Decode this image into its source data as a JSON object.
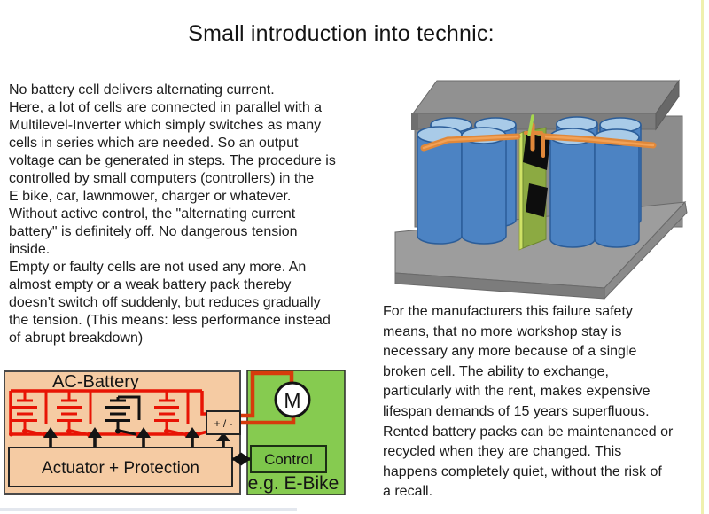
{
  "title": "Small introduction into technic:",
  "left_text": {
    "lines": [
      "No battery cell delivers alternating current.",
      "Here, a lot of cells are connected in parallel with a",
      "Multilevel-Inverter which simply switches as many",
      "cells in series which are needed. So an output",
      "voltage can be generated in steps. The procedure is",
      "controlled by small computers (controllers)  in the",
      "E bike, car, lawnmower, charger or whatever.",
      "Without active control, the \"alternating current",
      "battery\" is definitely off. No dangerous tension",
      "inside.",
      "Empty or faulty cells are not used any more. An",
      "almost empty or a weak battery pack thereby",
      "doesn’t switch off suddenly, but reduces gradually",
      "the tension. (This means: less performance instead",
      "of abrupt breakdown)"
    ]
  },
  "right_text": {
    "lines": [
      "For the manufacturers this failure safety",
      "means, that no more workshop stay is",
      "necessary any more because of a single",
      "broken cell. The ability to exchange,",
      "particularly with the rent, makes expensive",
      "lifespan demands of 15 years superfluous.",
      "Rented battery packs can be maintenanced or",
      "recycled when they are changed. This",
      "happens completely quiet, without the risk of",
      "a recall."
    ]
  },
  "battery_pack_illustration": {
    "colors": {
      "cell_blue": "#4c83c3",
      "cell_top_blue": "#a9cbe8",
      "enclosure_gray": "#919191",
      "pcb_green": "#8caa42",
      "busbar_orange": "#e0883a",
      "chip_black": "#0d0d0d"
    }
  },
  "circuit_diagram": {
    "battery_box_label": "AC-Battery",
    "actuator_label": "Actuator + Protection",
    "output_terminal_label": "+ / -",
    "motor_label": "M",
    "control_label": "Control",
    "application_label": "e.g. E-Bike",
    "colors": {
      "wire_red": "#e81405",
      "panel_tan": "#f5cba3",
      "panel_green": "#86cb50",
      "faulty_cell_black": "#111111"
    }
  }
}
